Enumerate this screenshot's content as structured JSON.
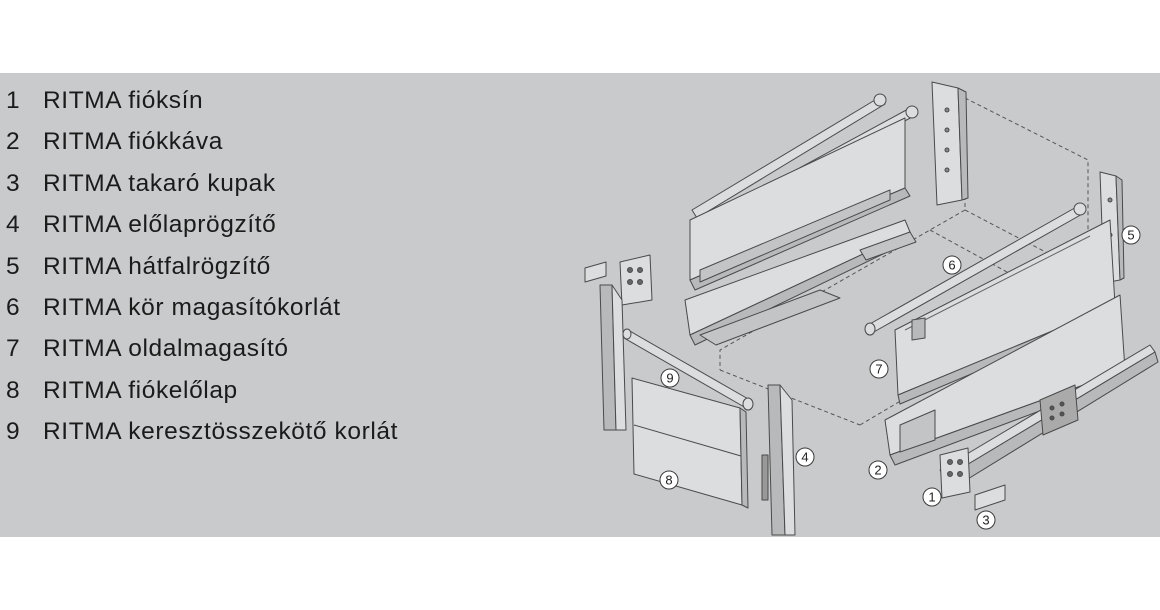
{
  "legend": {
    "items": [
      {
        "num": "1",
        "label": "RITMA fióksín"
      },
      {
        "num": "2",
        "label": "RITMA fiókkáva"
      },
      {
        "num": "3",
        "label": "RITMA takaró kupak"
      },
      {
        "num": "4",
        "label": "RITMA előlaprögzítő"
      },
      {
        "num": "5",
        "label": "RITMA hátfalrögzítő"
      },
      {
        "num": "6",
        "label": "RITMA kör magasítókorlát"
      },
      {
        "num": "7",
        "label": "RITMA oldalmagasító"
      },
      {
        "num": "8",
        "label": "RITMA fiókelőlap"
      },
      {
        "num": "9",
        "label": "RITMA keresztösszekötő korlát"
      }
    ]
  },
  "callouts": {
    "c1": "1",
    "c2": "2",
    "c3": "3",
    "c4": "4",
    "c5": "5",
    "c6": "6",
    "c7": "7",
    "c8": "8",
    "c9": "9"
  },
  "colors": {
    "panel_bg": "#c9cacb",
    "part_fill": "#dcdddf",
    "part_shade": "#b8b9bb",
    "outline": "#4a4a4a"
  }
}
